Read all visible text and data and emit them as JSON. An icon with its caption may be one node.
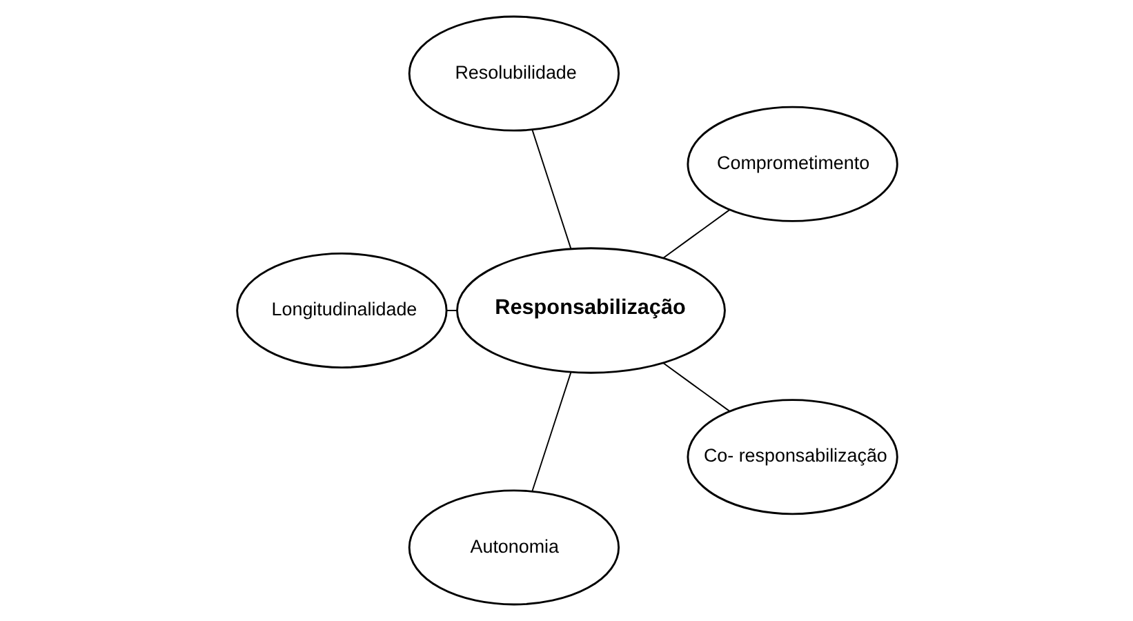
{
  "diagram": {
    "nodes": [
      {
        "text": [
          "Comprometimento"
        ]
      },
      {
        "text": [
          "Resolubilidade"
        ]
      },
      {
        "text": [
          "Longitudinalidade"
        ]
      },
      {
        "text": [
          "Responsabilização"
        ]
      },
      {
        "text": [
          "Autonomia"
        ]
      },
      {
        "text": [
          "Co- responsabilização"
        ]
      }
    ],
    "edges": [
      {
        "from": 3,
        "to": 0,
        "arrow": "none"
      },
      {
        "from": 3,
        "to": 1,
        "arrow": "none"
      },
      {
        "from": 3,
        "to": 2,
        "arrow": "none"
      },
      {
        "from": 3,
        "to": 4,
        "arrow": "none"
      },
      {
        "from": 3,
        "to": 5,
        "arrow": "none"
      }
    ]
  }
}
